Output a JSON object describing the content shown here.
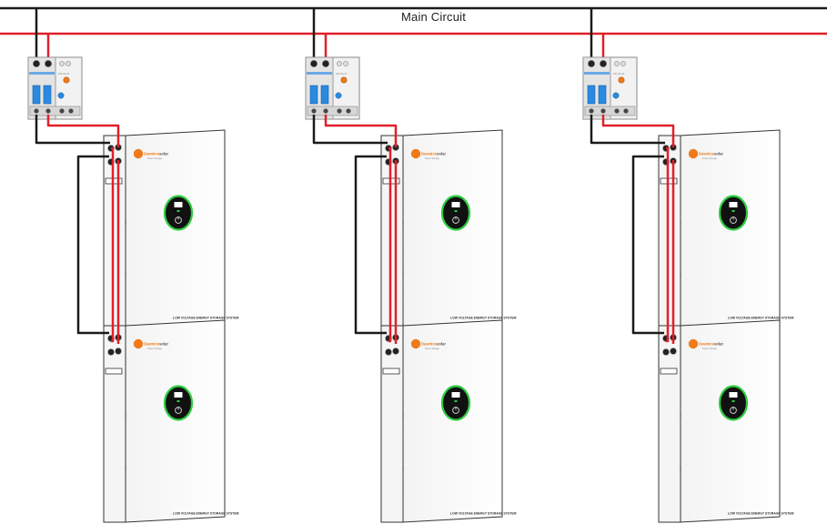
{
  "title": "Main Circuit",
  "brand": {
    "name_part1": "Dawnice",
    "name_part2": "solar",
    "tagline": "Power Storage"
  },
  "module_label": "LOW VOLTAGE ENERGY STORAGE SYSTEM",
  "breaker_label": "DZ47LE-32",
  "colors": {
    "positive_wire": "#e0202a",
    "negative_wire": "#1a1a1a",
    "display_ring": "#2ecc40",
    "brand_orange": "#f07a1a",
    "breaker_blue": "#2a8ae0"
  },
  "groups": [
    {
      "id": "group-1",
      "modules": 2
    },
    {
      "id": "group-2",
      "modules": 2
    },
    {
      "id": "group-3",
      "modules": 2
    }
  ]
}
